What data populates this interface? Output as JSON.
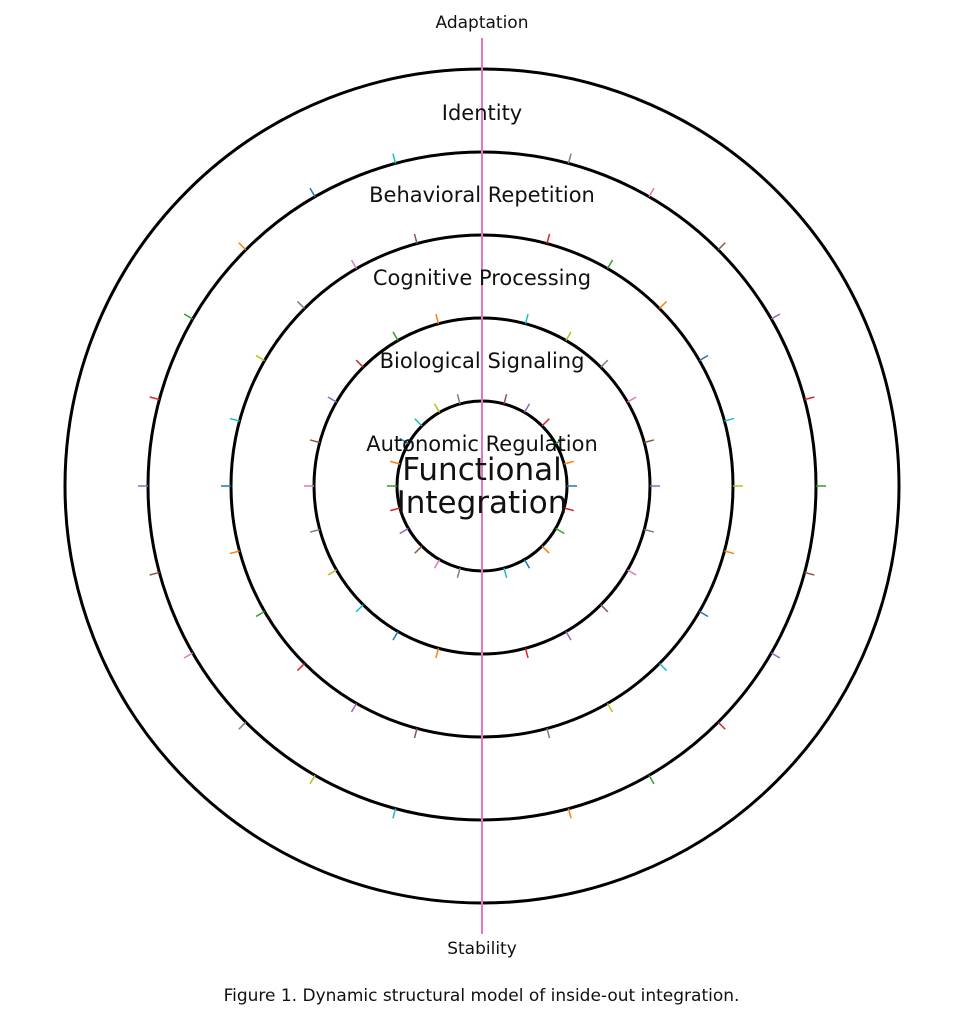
{
  "figure": {
    "type": "concentric-rings-diagram",
    "top_pole_label": "Adaptation",
    "bottom_pole_label": "Stability",
    "center_label_lines": [
      "Functional",
      "Integration"
    ],
    "rings_inner_to_outer": [
      {
        "label": "Autonomic Regulation",
        "ticks": 24
      },
      {
        "label": "Biological Signaling",
        "ticks": 24
      },
      {
        "label": "Cognitive Processing",
        "ticks": 24
      },
      {
        "label": "Behavioral Repetition",
        "ticks": 24
      },
      {
        "label": "Identity",
        "ticks": 0
      }
    ],
    "caption": "Figure 1. Dynamic structural model of inside-out integration.",
    "colors": {
      "ring": "#000000",
      "axis": "#e377c2",
      "tick_palette": [
        "#1f77b4",
        "#ff7f0e",
        "#2ca02c",
        "#d62728",
        "#9467bd",
        "#8c564b",
        "#e377c2",
        "#7f7f7f",
        "#bcbd22",
        "#17becf"
      ]
    }
  }
}
